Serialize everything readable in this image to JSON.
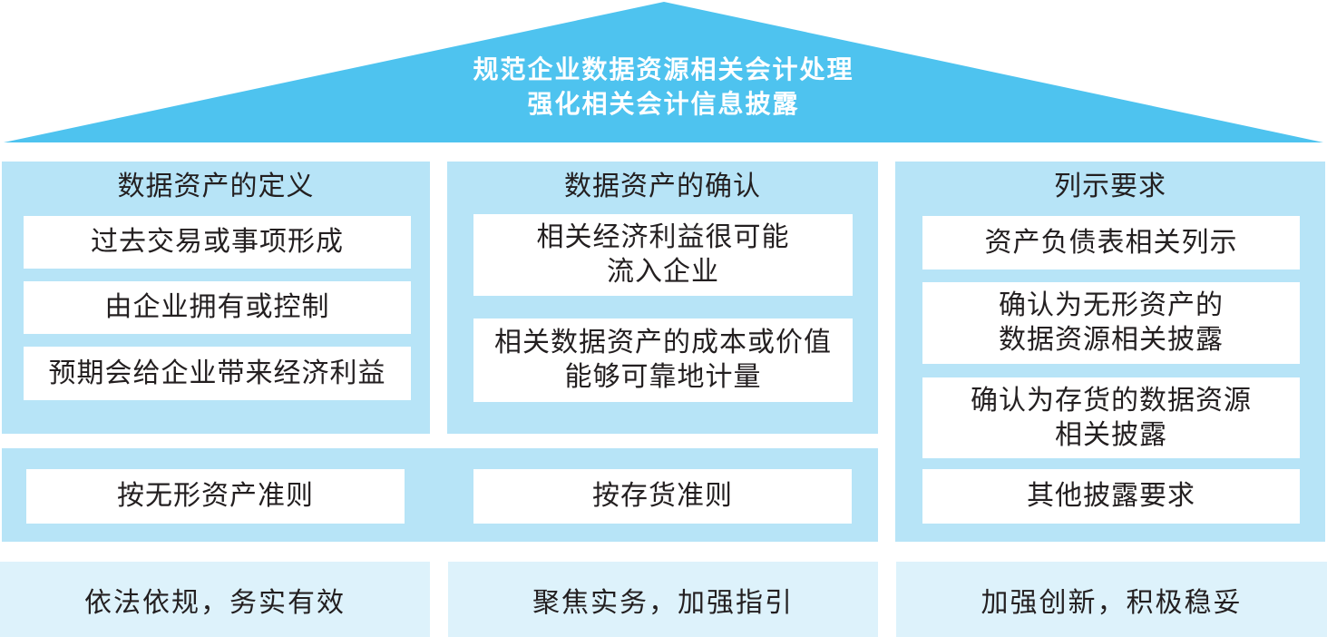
{
  "roof": {
    "line1": "规范企业数据资源相关会计处理",
    "line2": "强化相关会计信息披露",
    "color": "#4ec3ef"
  },
  "columns": {
    "definition": {
      "title": "数据资产的定义",
      "items": [
        "过去交易或事项形成",
        "由企业拥有或控制",
        "预期会给企业带来经济利益"
      ]
    },
    "recognition": {
      "title": "数据资产的确认",
      "items": [
        {
          "line1": "相关经济利益很可能",
          "line2": "流入企业"
        },
        {
          "line1": "相关数据资产的成本或价值",
          "line2": "能够可靠地计量"
        }
      ]
    },
    "presentation": {
      "title": "列示要求",
      "items": [
        {
          "line1": "资产负债表相关列示",
          "line2": ""
        },
        {
          "line1": "确认为无形资产的",
          "line2": "数据资源相关披露"
        },
        {
          "line1": "确认为存货的数据资源",
          "line2": "相关披露"
        },
        {
          "line1": "其他披露要求",
          "line2": ""
        }
      ]
    }
  },
  "standards": {
    "intangible": "按无形资产准则",
    "inventory": "按存货准则"
  },
  "principles": [
    "依法依规，务实有效",
    "聚焦实务，加强指引",
    "加强创新，积极稳妥"
  ],
  "colors": {
    "panel": "#b7e4f7",
    "base": "#ddf2fb",
    "box": "#ffffff"
  }
}
